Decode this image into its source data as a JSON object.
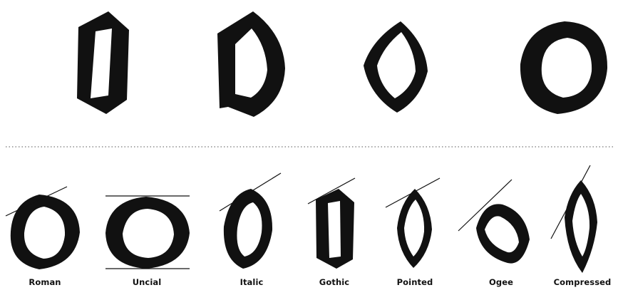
{
  "colors": {
    "ink": "#111111",
    "background": "#ffffff",
    "divider": "#555555"
  },
  "labels": {
    "roman": "Roman",
    "uncial": "Uncial",
    "italic": "Italic",
    "gothic": "Gothic",
    "pointed": "Pointed",
    "ogee": "Ogee",
    "compressed": "Compressed"
  }
}
